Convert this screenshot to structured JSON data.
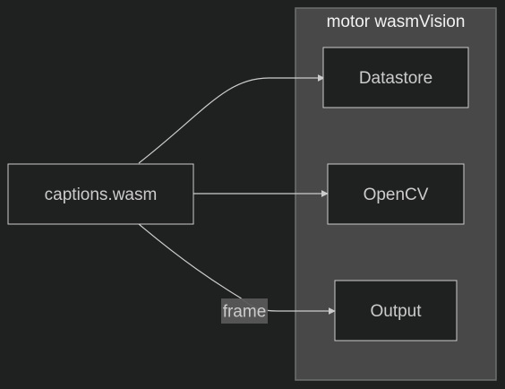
{
  "cluster": {
    "title": "motor wasmVision"
  },
  "nodes": {
    "source": "captions.wasm",
    "datastore": "Datastore",
    "opencv": "OpenCV",
    "output": "Output"
  },
  "edges": {
    "to_output_label": "frame"
  },
  "colors": {
    "background": "#1f2020",
    "cluster_fill": "#474847",
    "node_fill": "#1f2020",
    "stroke": "#cccccc",
    "edge_label_bg": "#585858"
  }
}
